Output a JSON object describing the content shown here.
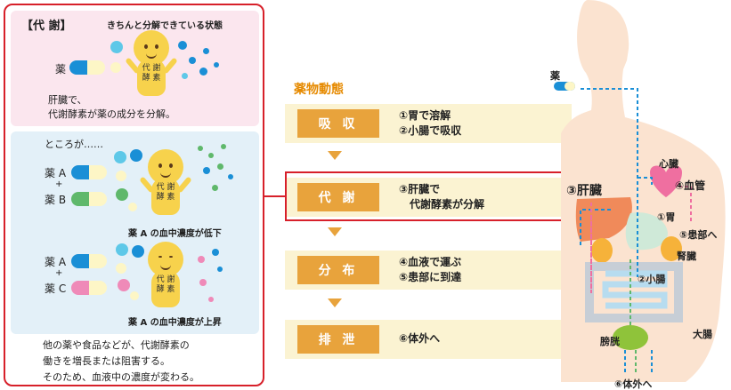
{
  "left": {
    "sec1": {
      "heading": "【代 謝】",
      "subheading": "きちんと分解できている状態",
      "drug_label": "薬",
      "caption_line1": "肝臓で、",
      "caption_line2": "代謝酵素が薬の成分を分解。"
    },
    "sec2": {
      "intro": "ところが……",
      "pair1": {
        "drug_a": "薬 A",
        "plus": "+",
        "drug_b": "薬 B",
        "result": "薬 A の血中濃度が低下"
      },
      "pair2": {
        "drug_a": "薬 A",
        "plus": "+",
        "drug_c": "薬 C",
        "result": "薬 A の血中濃度が上昇"
      }
    },
    "mascot_text_line1": "代 謝",
    "mascot_text_line2": "酵 素",
    "footer": {
      "line1": "他の薬や食品などが、代謝酵素の",
      "line2": "働きを増長または阻害する。",
      "line3": "そのため、血液中の濃度が変わる。"
    }
  },
  "flow": {
    "title": "薬物動態",
    "steps": [
      {
        "label": "吸 収",
        "desc1": "①胃で溶解",
        "desc2": "②小腸で吸収"
      },
      {
        "label": "代 謝",
        "desc1": "③肝臓で",
        "desc2": "　代謝酵素が分解"
      },
      {
        "label": "分 布",
        "desc1": "④血液で運ぶ",
        "desc2": "⑤患部に到達"
      },
      {
        "label": "排 泄",
        "desc1": "⑥体外へ",
        "desc2": ""
      }
    ]
  },
  "body": {
    "drug": "薬",
    "heart": "心臓",
    "vessel": "④血管",
    "liver": "③肝臓",
    "stomach": "①胃",
    "affected": "⑤患部へ",
    "kidney": "腎臓",
    "small_intestine": "②小腸",
    "large_intestine": "大腸",
    "bladder": "膀胱",
    "out": "⑥体外へ"
  },
  "colors": {
    "accent_red": "#d7202a",
    "step_orange": "#e8a33c",
    "title_orange": "#e68a00",
    "step_bg": "#fbf3d2",
    "sec1_bg": "#fbe6ee",
    "sec2_bg": "#e3f0f8",
    "capsule_blue": "#1a8fd6",
    "capsule_green": "#5fb86b",
    "capsule_pink": "#ef8ab8",
    "mascot_yellow": "#f7d24c",
    "body_skin": "#fbe3d0"
  }
}
